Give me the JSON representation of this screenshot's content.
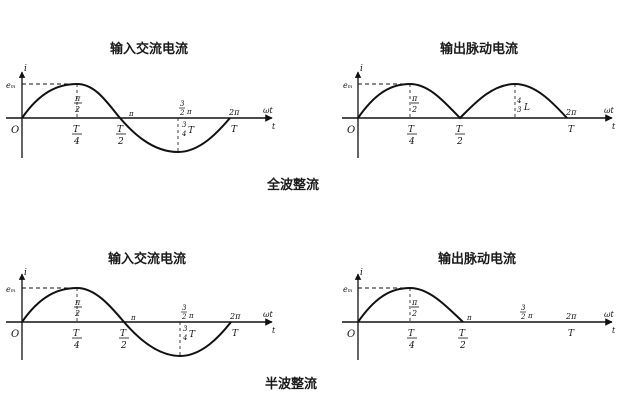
{
  "sections": [
    {
      "caption": "全波整流",
      "panels": [
        {
          "title": "输入交流电流",
          "waveform": "sine",
          "labels": {
            "y_axis": "i",
            "peak": "eₘ",
            "origin": "O",
            "pi_half_num": "π",
            "pi_half_den": "2",
            "pi": "π",
            "three_half_pi_num": "3",
            "three_half_pi_den": "2",
            "three_half_pi_suffix": "π",
            "two_pi": "2π",
            "t_quarter_num": "T",
            "t_quarter_den": "4",
            "t_half_num": "T",
            "t_half_den": "2",
            "t_three_quarter_num": "3",
            "t_three_quarter_den": "4",
            "t_three_quarter_suffix": "T",
            "t_full": "T",
            "x_axis_top": "ωt",
            "x_axis_bottom": "t"
          }
        },
        {
          "title": "输出脉动电流",
          "waveform": "full-wave-rectified",
          "labels": {
            "y_axis": "i",
            "peak": "eₘ",
            "origin": "O",
            "pi_half_num": "π",
            "pi_half_den": "2",
            "t_quarter_num": "T",
            "t_quarter_den": "4",
            "t_half_num": "T",
            "t_half_den": "2",
            "three_quarter_num": "4",
            "three_quarter_den": "3",
            "three_quarter_suffix": "L",
            "two_pi": "2π",
            "t_full": "T",
            "x_axis_top": "ωt",
            "x_axis_bottom": "t"
          }
        }
      ]
    },
    {
      "caption": "半波整流",
      "panels": [
        {
          "title": "输入交流电流",
          "waveform": "sine",
          "labels": {
            "y_axis": "i",
            "peak": "eₘ",
            "origin": "O",
            "pi_half_num": "π",
            "pi_half_den": "2",
            "pi": "π",
            "three_half_pi_num": "3",
            "three_half_pi_den": "2",
            "three_half_pi_suffix": "π",
            "two_pi": "2π",
            "t_quarter_num": "T",
            "t_quarter_den": "4",
            "t_half_num": "T",
            "t_half_den": "2",
            "t_three_quarter_num": "3",
            "t_three_quarter_den": "4",
            "t_three_quarter_suffix": "T",
            "t_full": "T",
            "x_axis_top": "ωt",
            "x_axis_bottom": "t"
          }
        },
        {
          "title": "输出脉动电流",
          "waveform": "half-wave-rectified",
          "labels": {
            "y_axis": "i",
            "peak": "eₘ",
            "origin": "O",
            "pi_half_num": "π",
            "pi_half_den": "2",
            "pi": "π",
            "three_half_pi_num": "3",
            "three_half_pi_den": "2",
            "three_half_pi_suffix": "π",
            "two_pi": "2π",
            "t_quarter_num": "T",
            "t_quarter_den": "4",
            "t_half_num": "T",
            "t_half_den": "2",
            "t_full": "T",
            "x_axis_top": "ωt",
            "x_axis_bottom": "t"
          }
        }
      ]
    }
  ]
}
